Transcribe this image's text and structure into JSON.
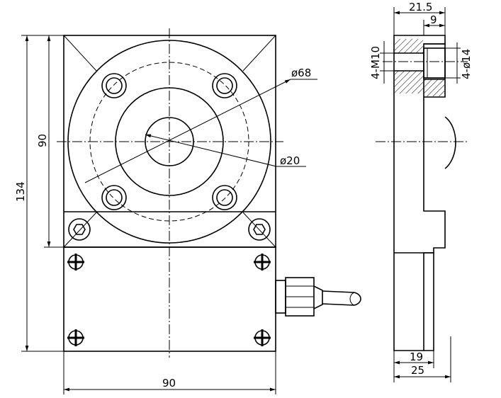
{
  "dimensions": {
    "front_height_total": "134",
    "front_height_upper": "90",
    "front_width": "90",
    "diameter_outer": "ø68",
    "diameter_inner": "ø20",
    "side_width_top": "21.5",
    "side_depth_top": "9",
    "side_thread": "4-M10",
    "side_hole": "4-ø14",
    "side_width_base": "19",
    "side_width_bottom": "25"
  }
}
